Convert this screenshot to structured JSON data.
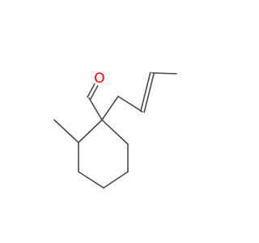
{
  "molecule": {
    "atoms": [
      {
        "id": "O1",
        "element": "O",
        "label": "O",
        "color": "#ff0000"
      },
      {
        "id": "C1",
        "element": "C"
      },
      {
        "id": "C2",
        "element": "C"
      },
      {
        "id": "C3",
        "element": "C"
      },
      {
        "id": "C4",
        "element": "C"
      },
      {
        "id": "C5",
        "element": "C"
      },
      {
        "id": "C6",
        "element": "C"
      },
      {
        "id": "C7",
        "element": "C"
      },
      {
        "id": "C8",
        "element": "C"
      },
      {
        "id": "C9",
        "element": "C"
      },
      {
        "id": "C10",
        "element": "C"
      },
      {
        "id": "C11",
        "element": "C"
      },
      {
        "id": "C12",
        "element": "C"
      }
    ],
    "bonds": [
      {
        "from": "O1",
        "to": "C1",
        "order": 2
      },
      {
        "from": "C1",
        "to": "C2",
        "order": 1
      },
      {
        "from": "C2",
        "to": "C3",
        "order": 1
      },
      {
        "from": "C3",
        "to": "C4",
        "order": 1
      },
      {
        "from": "C4",
        "to": "C5",
        "order": 1
      },
      {
        "from": "C5",
        "to": "C6",
        "order": 1
      },
      {
        "from": "C6",
        "to": "C7",
        "order": 1
      },
      {
        "from": "C7",
        "to": "C2",
        "order": 1
      },
      {
        "from": "C7",
        "to": "C8",
        "order": 1
      },
      {
        "from": "C2",
        "to": "C9",
        "order": 1
      },
      {
        "from": "C9",
        "to": "C10",
        "order": 1
      },
      {
        "from": "C10",
        "to": "C11",
        "order": 2
      },
      {
        "from": "C11",
        "to": "C12",
        "order": 1
      }
    ]
  },
  "colors": {
    "bond": "#4a4a4a",
    "oxygen": "#ff0000",
    "background": "#ffffff"
  }
}
